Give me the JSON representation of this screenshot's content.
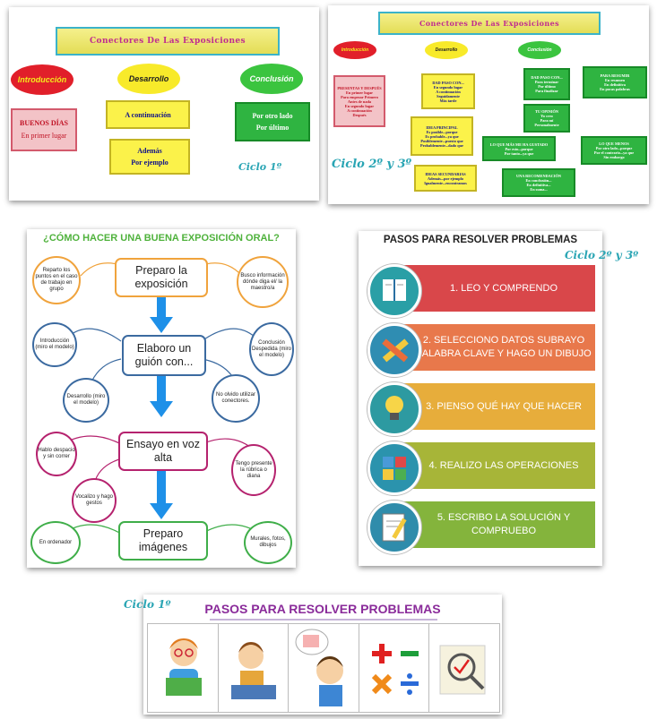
{
  "panel1": {
    "banner": "Conectores De Las Exposiciones",
    "ovals": [
      "Introducción",
      "Desarrollo",
      "Conclusión"
    ],
    "boxes": {
      "intro": [
        "BUENOS DÍAS",
        "En primer lugar"
      ],
      "dev1": [
        "A continuación"
      ],
      "dev2": [
        "Además",
        "Por ejemplo"
      ],
      "concl": [
        "Por otro lado",
        "Por último"
      ]
    },
    "cycle": "Ciclo 1º"
  },
  "panel2": {
    "banner": "Conectores De Las Exposiciones",
    "ovals": [
      "Introducción",
      "Desarrollo",
      "Conclusión"
    ],
    "intro_box": {
      "head": "PRESENTAS Y DESPUÉS",
      "lines": [
        "En primer lugar",
        "Para empezar Primero",
        "Antes de nada",
        "En segundo lugar",
        "A continuación",
        "Después"
      ]
    },
    "dev1": {
      "head": "DAD PASO CON...",
      "lines": [
        "En segundo lugar",
        "A continuación",
        "Seguidamente",
        "Más tarde"
      ]
    },
    "dev2": {
      "head": "IDEA PRINCIPAL",
      "lines": [
        "Es posible...porque",
        "Es probable...ya que",
        "Posiblemente...puesto que",
        "Probablemente...dado que"
      ]
    },
    "dev3": {
      "head": "IDEAS SECUNDARIAS",
      "lines": [
        "Además...por ejemplo",
        "Igualmente...encontramos"
      ]
    },
    "c1": {
      "head": "DAD PASO CON...",
      "lines": [
        "Para terminar",
        "Por último",
        "Para finalizar"
      ]
    },
    "c2": {
      "head": "PARA RESUMIR",
      "lines": [
        "En resumen",
        "En definitiva",
        "En pocas palabras"
      ]
    },
    "c3": {
      "head": "TU OPINIÓN",
      "lines": [
        "Yo creo",
        "Para mí",
        "Personalmente"
      ]
    },
    "c4": {
      "head": "LO QUE MÁS ME HA GUSTADO",
      "lines": [
        "Por esto...porque",
        "Por tanto...ya que"
      ]
    },
    "c5": {
      "head": "LO QUE MENOS",
      "lines": [
        "Por otro lado...porque",
        "Por el contrario...ya que",
        "Sin embargo"
      ]
    },
    "c6": {
      "head": "UNA RECOMENDACIÓN",
      "lines": [
        "En conclusión...",
        "En definitiva...",
        "En suma..."
      ]
    },
    "cycle": "Ciclo 2º y 3º"
  },
  "panel3": {
    "title": "¿CÓMO HACER UNA BUENA EXPOSICIÓN ORAL?",
    "boxes": [
      "Preparo la exposición",
      "Elaboro un guión con...",
      "Ensayo en voz alta",
      "Preparo imágenes"
    ],
    "bubbles": {
      "b1": "Reparto los puntos en el caso de trabajo en grupo",
      "b2": "Busco información dónde diga el/ la maestro/a",
      "b3": "Introducción (miro el modelo)",
      "b4": "Conclusión Despedida (miro el modelo)",
      "b5": "Desarrollo (miro el modelo)",
      "b6": "No olvido utilizar conectores.",
      "b7": "Hablo despacio y sin correr",
      "b8": "Tengo presente la rúbrica o diana",
      "b9": "Vocalizo y hago gestos",
      "b10": "En ordenador",
      "b11": "Murales, fotos, dibujos"
    }
  },
  "panel4": {
    "title": "PASOS PARA RESOLVER PROBLEMAS",
    "cycle": "Ciclo 2º y 3º",
    "steps": [
      {
        "label": "1. LEO Y COMPRENDO",
        "color": "#d9474a",
        "circle": "#2a9fa6",
        "icon": "book-icon"
      },
      {
        "label": "2. SELECCIONO DATOS SUBRAYO PALABRA CLAVE Y HAGO UN DIBUJO",
        "color": "#e8784b",
        "circle": "#2f8db2",
        "icon": "pencil-ruler-icon"
      },
      {
        "label": "3. PIENSO QUÉ HAY QUE HACER",
        "color": "#e7ad3b",
        "circle": "#2d9aa1",
        "icon": "lightbulb-icon"
      },
      {
        "label": "4. REALIZO  LAS OPERACIONES",
        "color": "#a7b538",
        "circle": "#2b93ad",
        "icon": "calculator-icon"
      },
      {
        "label": "5.  ESCRIBO LA SOLUCIÓN Y COMPRUEBO",
        "color": "#84b43c",
        "circle": "#2f8cab",
        "icon": "notepad-icon"
      }
    ]
  },
  "panel5": {
    "cycle": "Ciclo 1º",
    "title": "PASOS PARA RESOLVER PROBLEMAS",
    "cells": [
      "boy-reading-icon",
      "boy-drawing-icon",
      "boy-thinking-icon",
      "math-operations-icon",
      "magnifier-check-icon"
    ]
  }
}
